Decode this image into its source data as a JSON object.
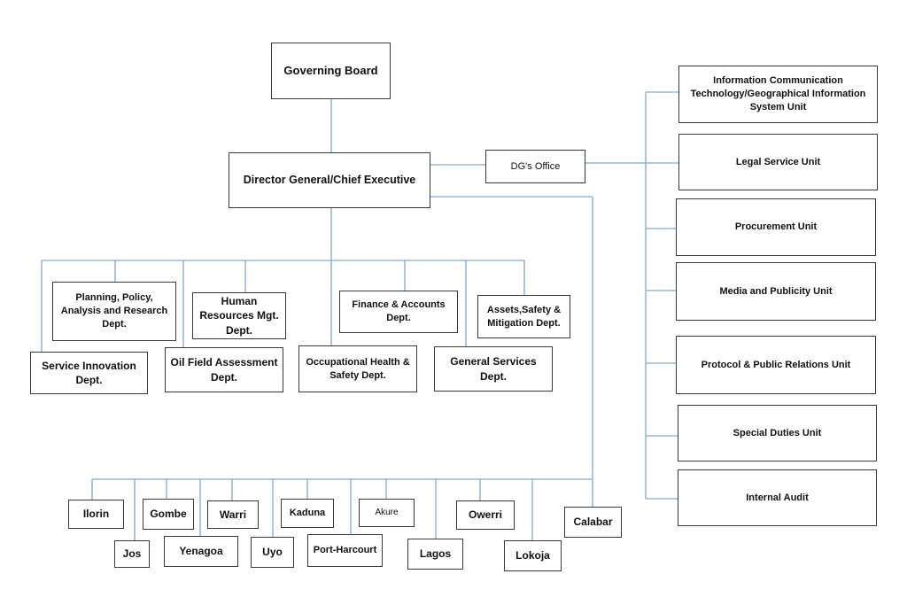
{
  "top": {
    "board": "Governing Board",
    "dg": "Director General/Chief Executive",
    "dg_office": "DG's Office"
  },
  "departments": {
    "planning": "Planning, Policy, Analysis and Research Dept.",
    "hr": "Human Resources Mgt. Dept.",
    "finance": "Finance & Accounts Dept.",
    "assets": "Assets,Safety & Mitigation Dept.",
    "service_innovation": "Service Innovation Dept.",
    "oil_field": "Oil Field Assessment Dept.",
    "occupational": "Occupational Health & Safety Dept.",
    "general_services": "General Services Dept."
  },
  "units": {
    "ict": "Information Communication Technology/Geographical Information System Unit",
    "legal": "Legal Service Unit",
    "procurement": "Procurement Unit",
    "media": "Media and Publicity Unit",
    "protocol": "Protocol & Public Relations Unit",
    "special": "Special Duties Unit",
    "audit": "Internal Audit"
  },
  "zones": {
    "ilorin": "Ilorin",
    "jos": "Jos",
    "gombe": "Gombe",
    "yenagoa": "Yenagoa",
    "warri": "Warri",
    "uyo": "Uyo",
    "kaduna": "Kaduna",
    "port_harcourt": "Port-Harcourt",
    "akure": "Akure",
    "lagos": "Lagos",
    "owerri": "Owerri",
    "lokoja": "Lokoja",
    "calabar": "Calabar"
  },
  "colors": {
    "connector": "#8aa7c4",
    "border": "#3a3a3a"
  }
}
